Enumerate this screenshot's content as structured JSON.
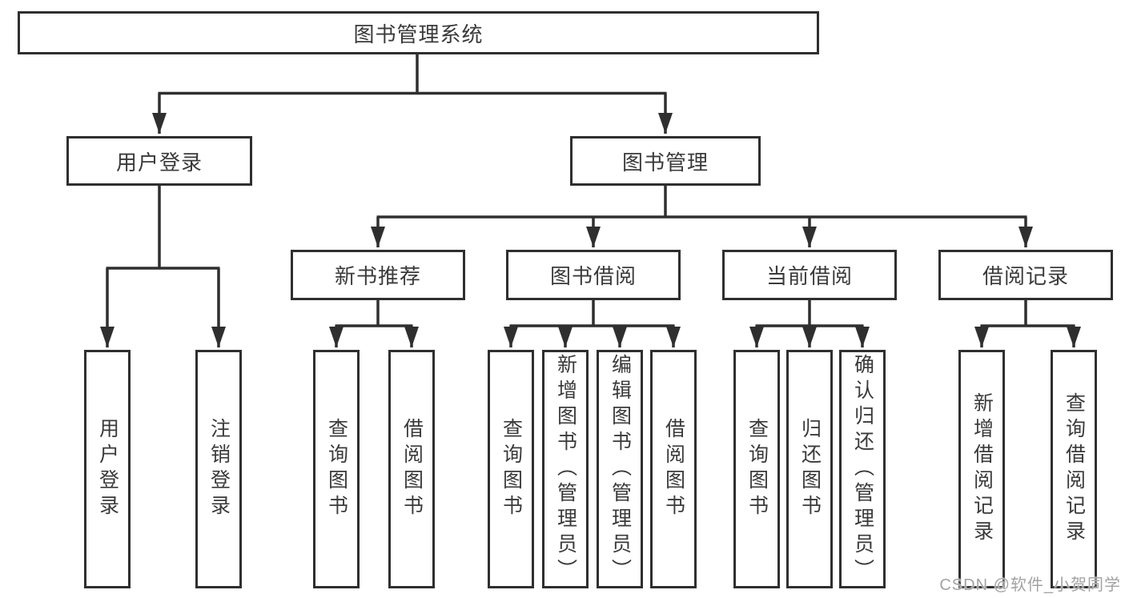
{
  "diagram": {
    "root": {
      "label": "图书管理系统"
    },
    "login_branch": {
      "label": "用户登录",
      "children": [
        {
          "label": "用户登录"
        },
        {
          "label": "注销登录"
        }
      ]
    },
    "management_branch": {
      "label": "图书管理",
      "sections": [
        {
          "label": "新书推荐",
          "children": [
            {
              "label": "查询图书"
            },
            {
              "label": "借阅图书"
            }
          ]
        },
        {
          "label": "图书借阅",
          "children": [
            {
              "label": "查询图书"
            },
            {
              "label": "新增图书（管理员）"
            },
            {
              "label": "编辑图书（管理员）"
            },
            {
              "label": "借阅图书"
            }
          ]
        },
        {
          "label": "当前借阅",
          "children": [
            {
              "label": "查询图书"
            },
            {
              "label": "归还图书"
            },
            {
              "label": "确认归还（管理员）"
            }
          ]
        },
        {
          "label": "借阅记录",
          "children": [
            {
              "label": "新增借阅记录"
            },
            {
              "label": "查询借阅记录"
            }
          ]
        }
      ]
    }
  },
  "watermark": {
    "text": "CSDN @软件_小贺同学"
  },
  "colors": {
    "line": "#2f2f2f",
    "text": "#3a3a3a",
    "watermark": "#a2a2a2",
    "background": "#ffffff"
  }
}
